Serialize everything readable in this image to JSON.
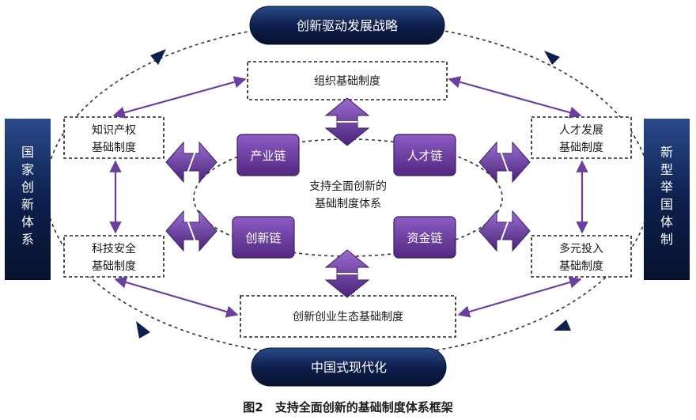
{
  "top_banner": "创新驱动发展战略",
  "bottom_banner": "中国式现代化",
  "left_pillar": "国家创新体系",
  "right_pillar": "新型举国体制",
  "boxes": {
    "org": "组织基础制度",
    "ip": [
      "知识产权",
      "基础制度"
    ],
    "talent": [
      "人才发展",
      "基础制度"
    ],
    "tech": [
      "科技安全",
      "基础制度"
    ],
    "invest": [
      "多元投入",
      "基础制度"
    ],
    "eco": "创新创业生态基础制度"
  },
  "chains": {
    "industry": "产业链",
    "talent": "人才链",
    "innovation": "创新链",
    "capital": "资金链"
  },
  "center": [
    "支持全面创新的",
    "基础制度体系"
  ],
  "caption": "图2　支持全面创新的基础制度体系框架",
  "colors": {
    "navy": "#0d1f4d",
    "purple": "#6a3fa0",
    "purple_dark": "#4a2478"
  }
}
